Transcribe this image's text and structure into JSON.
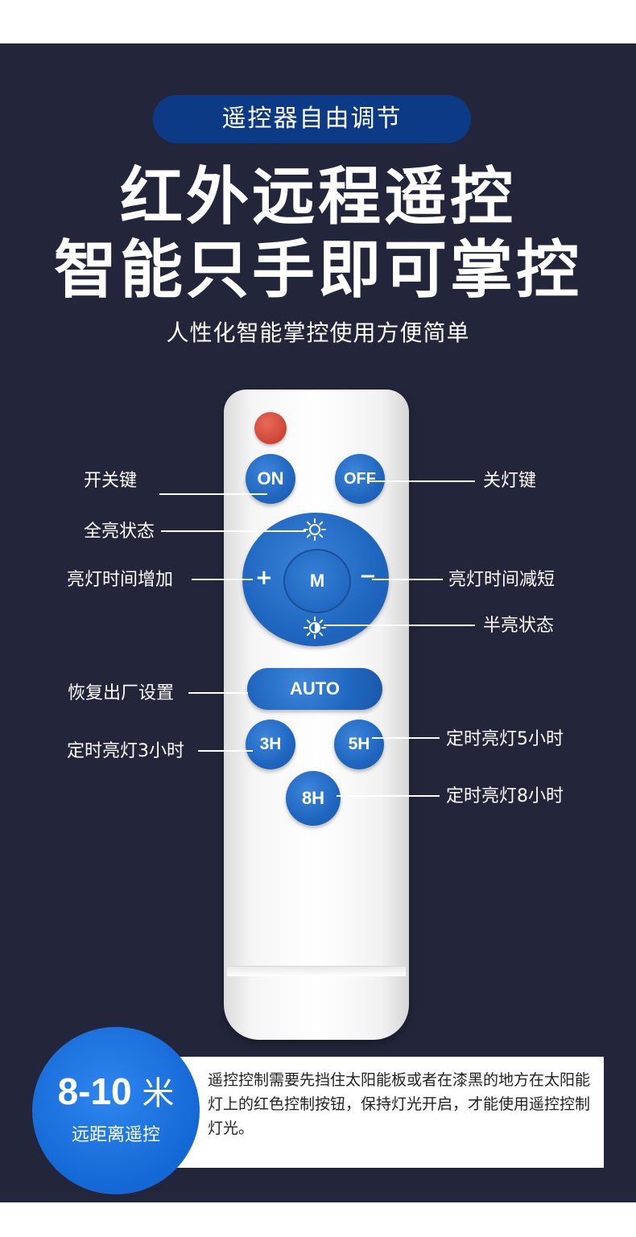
{
  "header": {
    "tag": "遥控器自由调节",
    "headline_1": "红外远程遥控",
    "headline_2": "智能只手即可掌控",
    "subheadline": "人性化智能掌控使用方便简单"
  },
  "remote": {
    "buttons": {
      "on": "ON",
      "off": "OFF",
      "mode": "M",
      "plus": "+",
      "minus": "−",
      "auto": "AUTO",
      "h3": "3H",
      "h5": "5H",
      "h8": "8H"
    },
    "icons": {
      "power": "power-dot-icon",
      "full_brightness": "sun-full-icon",
      "half_brightness": "sun-half-icon"
    }
  },
  "callouts": {
    "power_key": "开关键",
    "off_key": "关灯键",
    "full_brightness": "全亮状态",
    "increase_time": "亮灯时间增加",
    "decrease_time": "亮灯时间减短",
    "half_brightness": "半亮状态",
    "factory_reset": "恢复出厂设置",
    "timer_3h": "定时亮灯3小时",
    "timer_5h": "定时亮灯5小时",
    "timer_8h": "定时亮灯8小时"
  },
  "badge": {
    "distance": "8-10",
    "unit": "米",
    "caption": "远距离遥控"
  },
  "note": "遥控控制需要先挡住太阳能板或者在漆黑的地方在太阳能灯上的红色控制按钮，保持灯光开启，才能使用遥控控制灯光。",
  "colors": {
    "background": "#23263a",
    "tag_background": "#0d3a86",
    "button_blue": "#1f66c0",
    "power_red": "#cd4436",
    "badge_blue": "#1468d6"
  }
}
